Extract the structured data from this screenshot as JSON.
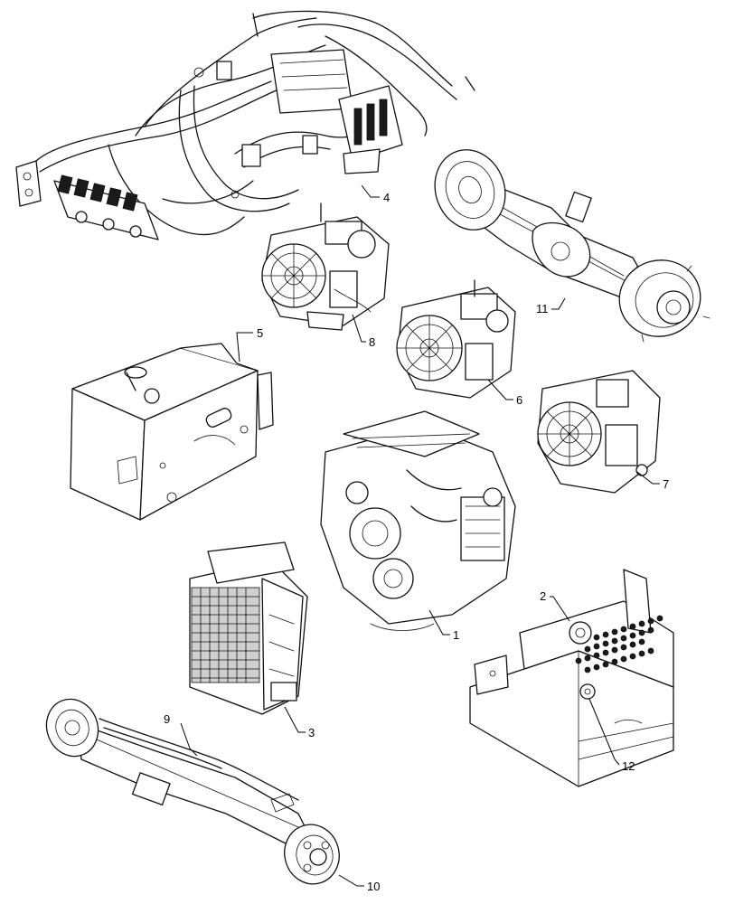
{
  "callouts": [
    {
      "id": "1",
      "part": "engine"
    },
    {
      "id": "2",
      "part": "tank-cap"
    },
    {
      "id": "3",
      "part": "radiator-cooling-pack"
    },
    {
      "id": "4",
      "part": "hydraulic-harness-valve"
    },
    {
      "id": "5",
      "part": "fuel-tank"
    },
    {
      "id": "6",
      "part": "transmission-b"
    },
    {
      "id": "7",
      "part": "transmission-c"
    },
    {
      "id": "8",
      "part": "transmission-a"
    },
    {
      "id": "9",
      "part": "front-axle-steering"
    },
    {
      "id": "10",
      "part": "front-axle-hub"
    },
    {
      "id": "11",
      "part": "rear-axle"
    },
    {
      "id": "12",
      "part": "tank-fitting"
    }
  ]
}
